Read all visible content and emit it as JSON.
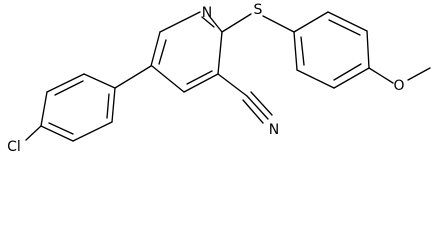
{
  "molecule": {
    "atoms": {
      "nitrogen_ring": "N",
      "sulfur": "S",
      "chlorine": "Cl",
      "oxygen": "O",
      "nitrile_nitrogen": "N"
    }
  },
  "colors": {
    "bond": "#000000",
    "background": "#ffffff"
  }
}
